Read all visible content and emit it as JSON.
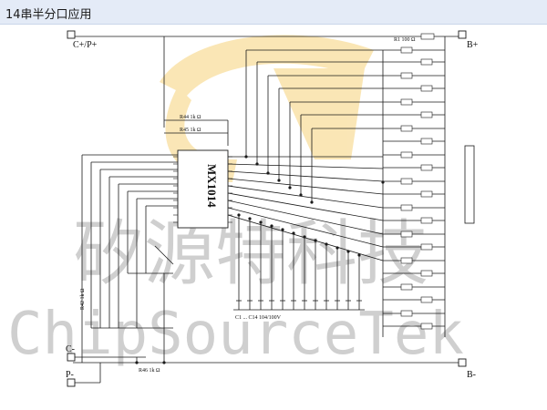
{
  "header": {
    "title": "14串半分口应用"
  },
  "watermark": {
    "cn": "矽源特科技",
    "en": "ChipSourceTek"
  },
  "terminals": {
    "c_plus": "C+/P+",
    "b_plus": "B+",
    "c_minus": "C-",
    "p_minus": "P-",
    "b_minus": "B-"
  },
  "ic": {
    "part": "MX1014"
  },
  "resistors": {
    "r1": "R1   100 Ω",
    "r44": "R44   1k Ω",
    "r45": "R45   1k Ω",
    "r42": "R42   1k Ω",
    "r46": "R46  1k Ω"
  },
  "capacitors_label": "C1 ... C14  104/100V",
  "colors": {
    "line": "#1a1a1a",
    "watermark": "#cfcfcf",
    "logo": "#f6d27a",
    "header": "#e4ebf7"
  }
}
